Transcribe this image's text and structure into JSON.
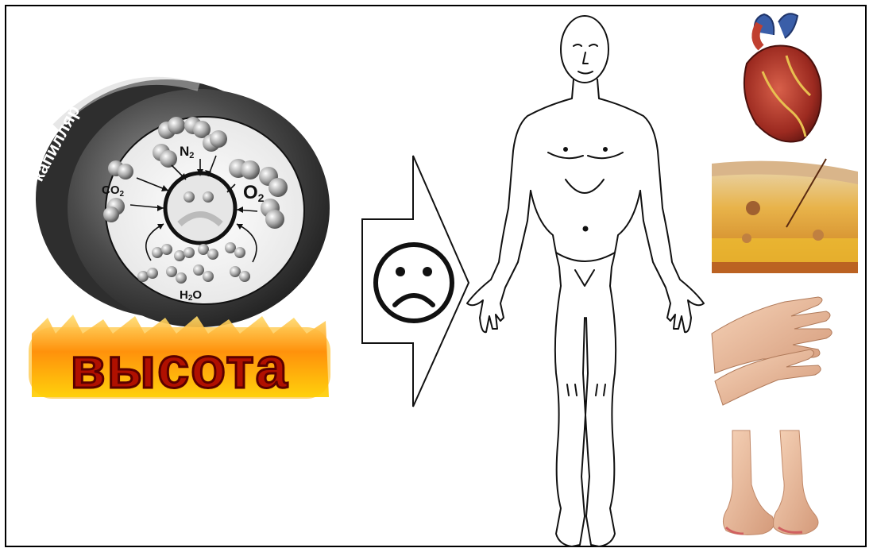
{
  "capillary": {
    "label": "капилляр",
    "gas_n2": "N",
    "gas_n2_sub": "2",
    "gas_co2": "CO",
    "gas_co2_sub": "2",
    "gas_o2": "O",
    "gas_o2_sub": "2",
    "water": "H",
    "water_sub": "2",
    "water_tail": "O"
  },
  "altitude_text": "высота",
  "arrow_symbol": "sad-face-icon",
  "body_figure": "human-body-outline",
  "organs": [
    "heart-image",
    "skin-cross-section-image",
    "hands-image",
    "feet-image"
  ],
  "colors": {
    "tube_dark": "#3a3a3a",
    "tube_light": "#bdbdbd",
    "fire_outer": "#ffd000",
    "fire_inner": "#b01000",
    "skin": "#f2c2a0",
    "heart": "#b52a20"
  }
}
